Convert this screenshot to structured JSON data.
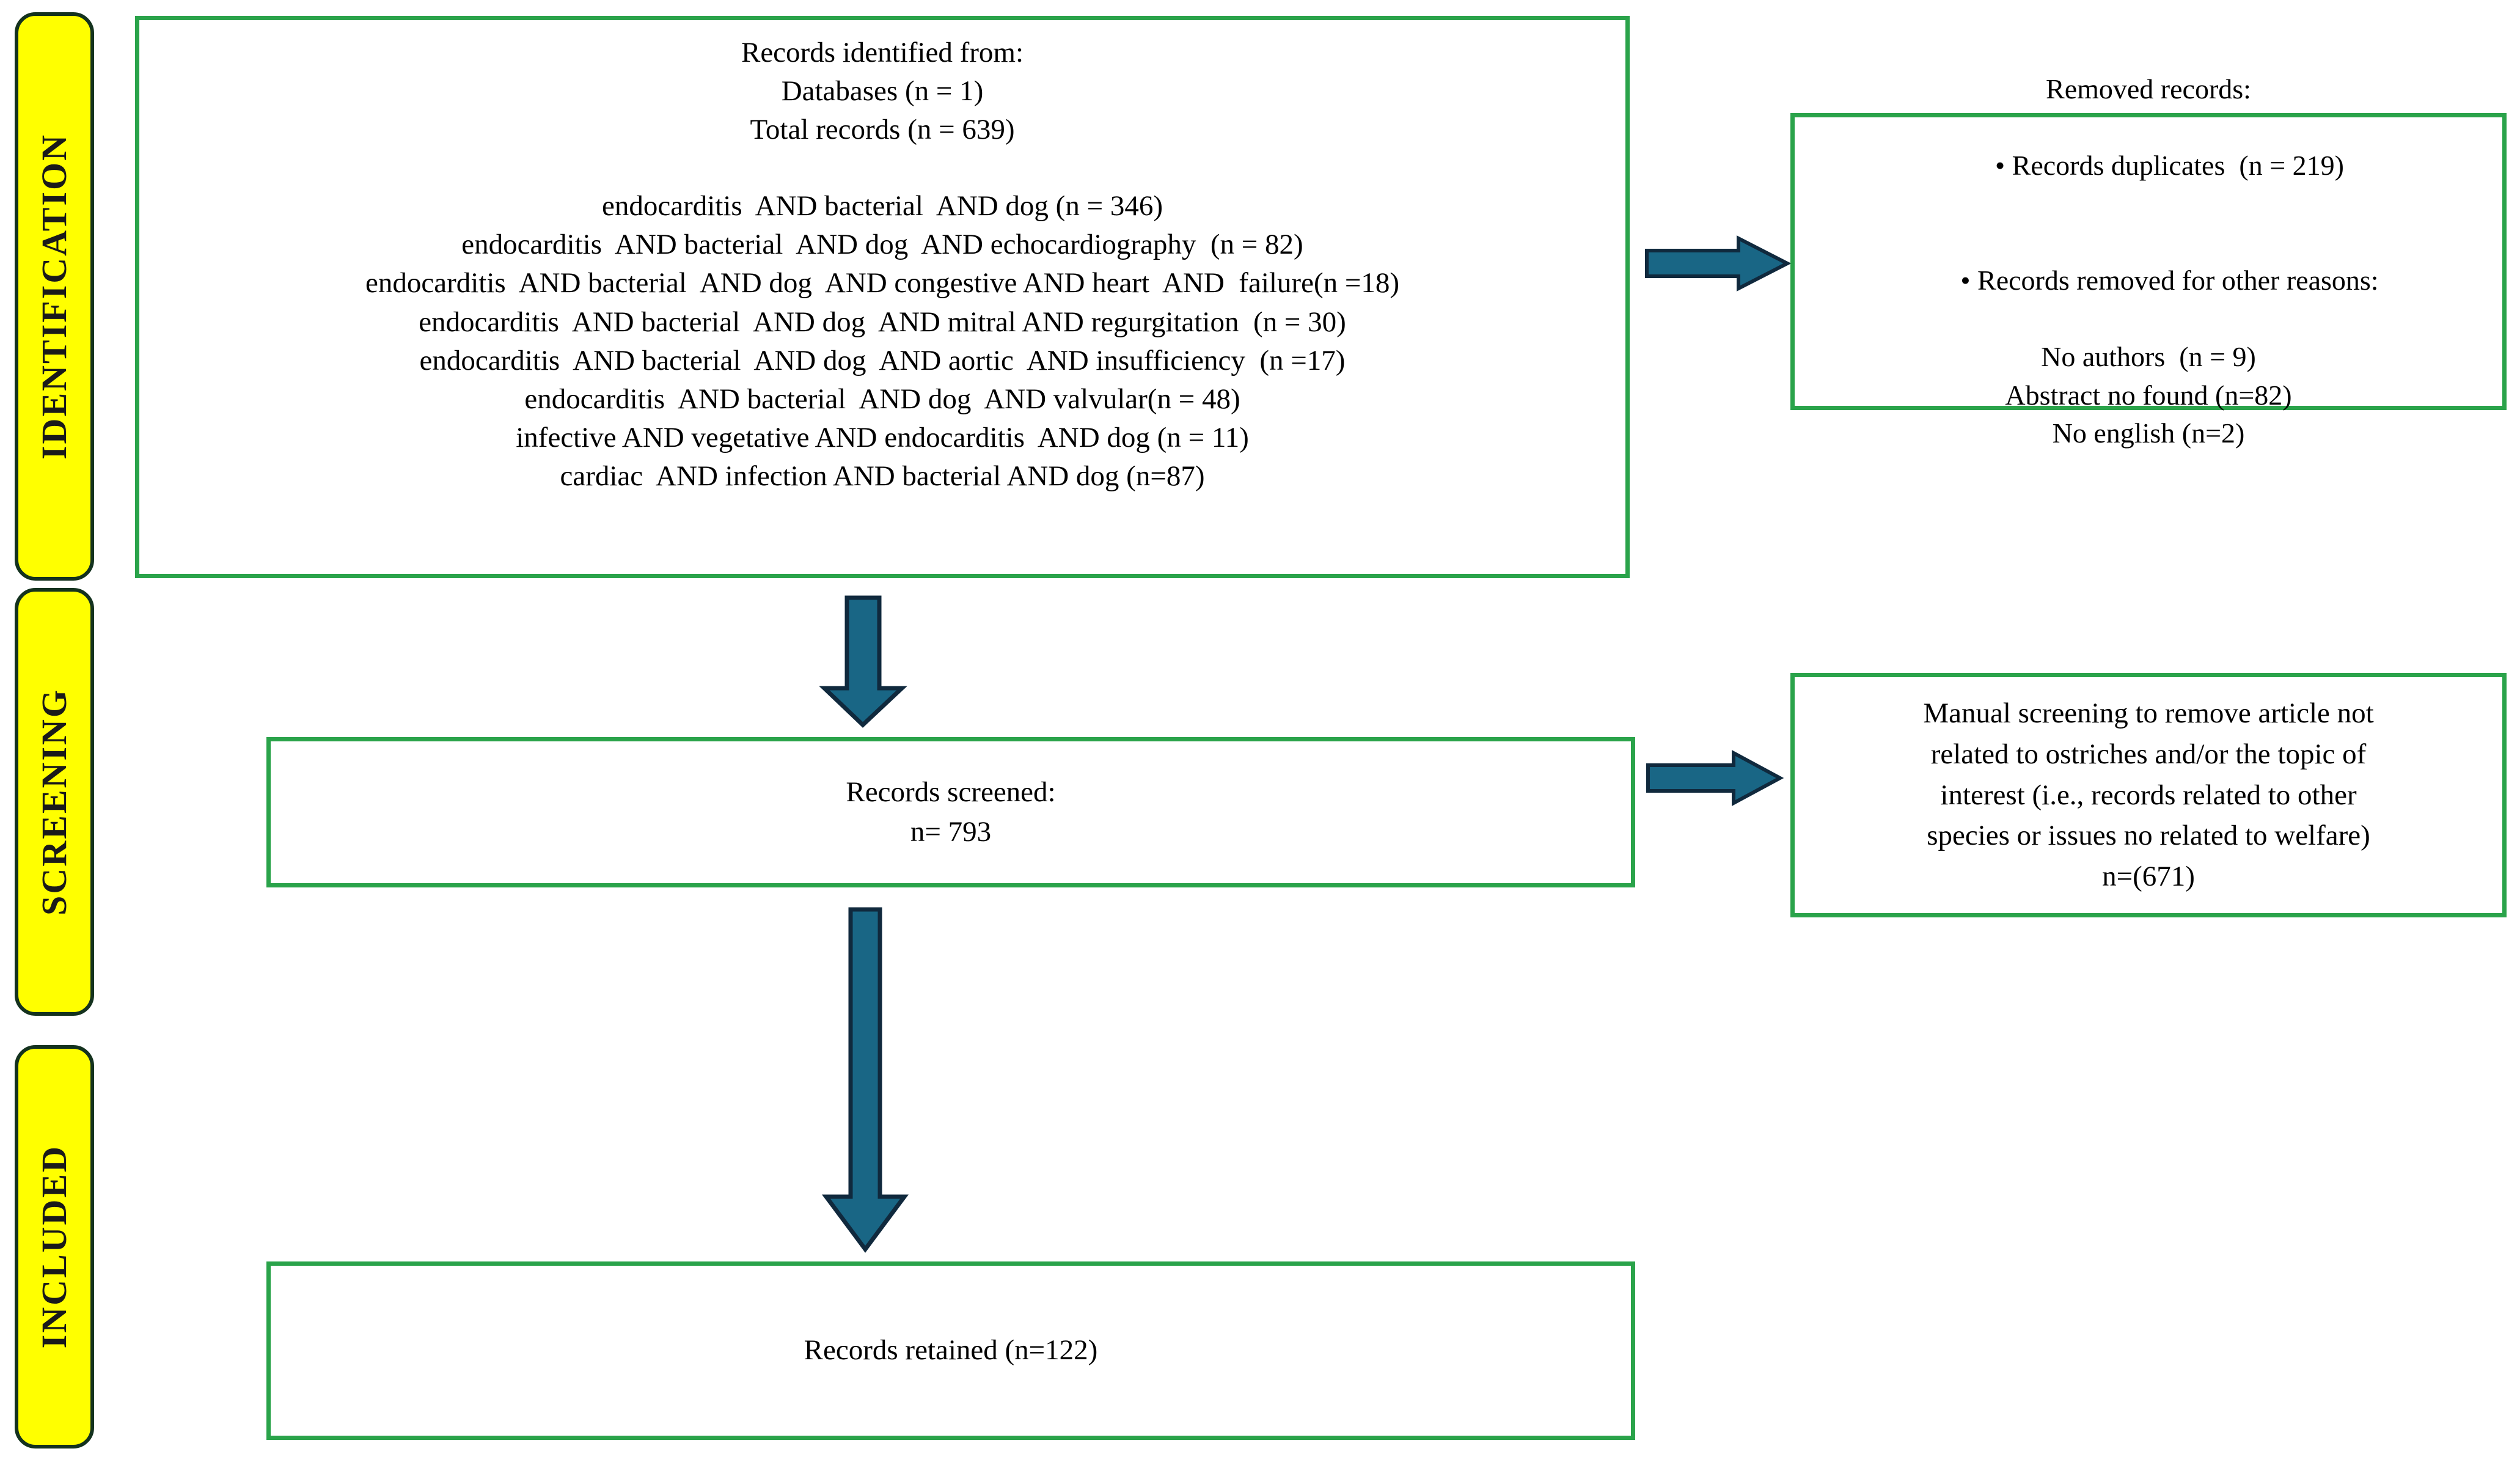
{
  "diagram": {
    "title": "PRISMA flow diagram",
    "colors": {
      "box_border_green": "#2aa34a",
      "stage_label_fill": "#ffff00",
      "stage_label_border": "#14321e",
      "arrow_fill": "#196685",
      "arrow_stroke": "#10293d",
      "text": "#000000",
      "background": "#ffffff"
    }
  },
  "stages": [
    {
      "id": "identification",
      "label": "IDENTIFICATION"
    },
    {
      "id": "screening",
      "label": "SCREENING"
    },
    {
      "id": "included",
      "label": "INCLUDED"
    }
  ],
  "identification_box": {
    "heading_lines": [
      "Records identified from:",
      "Databases (n = 1)",
      "Total records (n = 639)"
    ],
    "query_lines": [
      "endocarditis  AND bacterial  AND dog (n = 346)",
      "endocarditis  AND bacterial  AND dog  AND echocardiography  (n = 82)",
      "endocarditis  AND bacterial  AND dog  AND congestive AND heart  AND  failure(n =18)",
      "endocarditis  AND bacterial  AND dog  AND mitral AND regurgitation  (n = 30)",
      "endocarditis  AND bacterial  AND dog  AND aortic  AND insufficiency  (n =17)",
      "endocarditis  AND bacterial  AND dog  AND valvular(n = 48)",
      "infective AND vegetative AND endocarditis  AND dog (n = 11)",
      "cardiac  AND infection AND bacterial AND dog (n=87)"
    ]
  },
  "removed_box": {
    "heading": "Removed records:",
    "bullets": [
      "Records duplicates  (n = 219)",
      "Records removed for other reasons:"
    ],
    "reasons": [
      "No authors  (n = 9)",
      "Abstract no found (n=82)",
      "No english (n=2)"
    ],
    "bullet_glyph": "•"
  },
  "screened_box": {
    "lines": [
      "Records screened:",
      "n= 793"
    ]
  },
  "manual_screening_box": {
    "lines": [
      "Manual screening to remove article not",
      "related to ostriches and/or the topic of",
      "interest (i.e., records related to other",
      "species or issues no related to welfare)",
      "n=(671)"
    ]
  },
  "retained_box": {
    "lines": [
      "Records retained (n=122)"
    ]
  },
  "arrows": [
    {
      "id": "identification-to-removed",
      "direction": "right"
    },
    {
      "id": "identification-to-screened",
      "direction": "down"
    },
    {
      "id": "screened-to-manual",
      "direction": "right"
    },
    {
      "id": "screened-to-retained",
      "direction": "down"
    }
  ]
}
